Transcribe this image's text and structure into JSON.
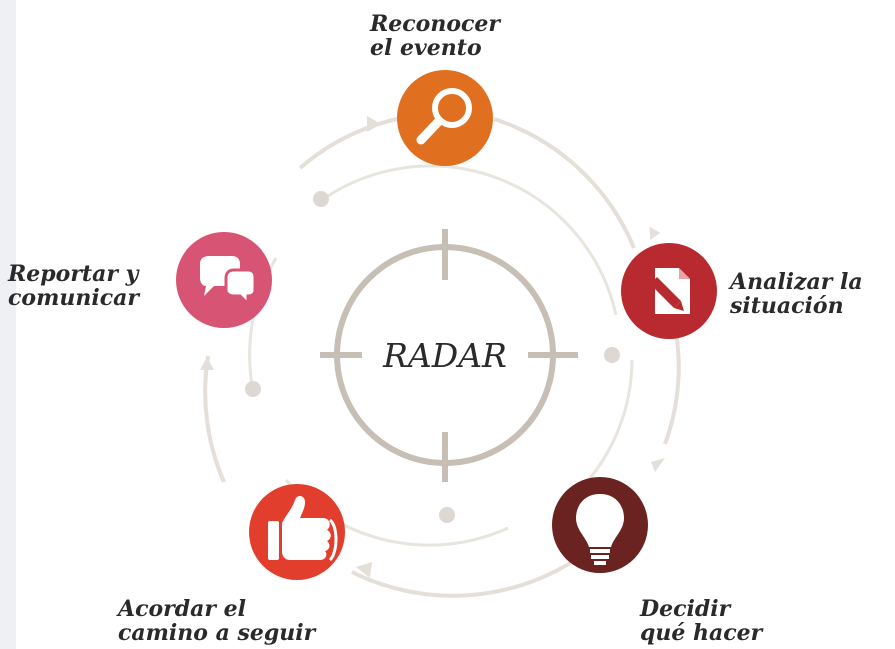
{
  "title": "RADAR",
  "steps": [
    {
      "label_line1": "Reconocer",
      "label_line2": "el evento",
      "color": "#e06f1f",
      "icon": "magnifier-icon"
    },
    {
      "label_line1": "Analizar la",
      "label_line2": "situación",
      "color": "#b82a2f",
      "icon": "document-pencil-icon"
    },
    {
      "label_line1": "Decidir",
      "label_line2": "qué hacer",
      "color": "#6b2322",
      "icon": "lightbulb-icon"
    },
    {
      "label_line1": "Acordar el",
      "label_line2": "camino a seguir",
      "color": "#e23e2d",
      "icon": "thumbs-up-icon"
    },
    {
      "label_line1": "Reportar y",
      "label_line2": "comunicar",
      "color": "#d85474",
      "icon": "speech-bubbles-icon"
    }
  ],
  "colors": {
    "ring": "#e4dfd8",
    "crosshair": "#c7bfb5",
    "text": "#2a2a2a"
  }
}
